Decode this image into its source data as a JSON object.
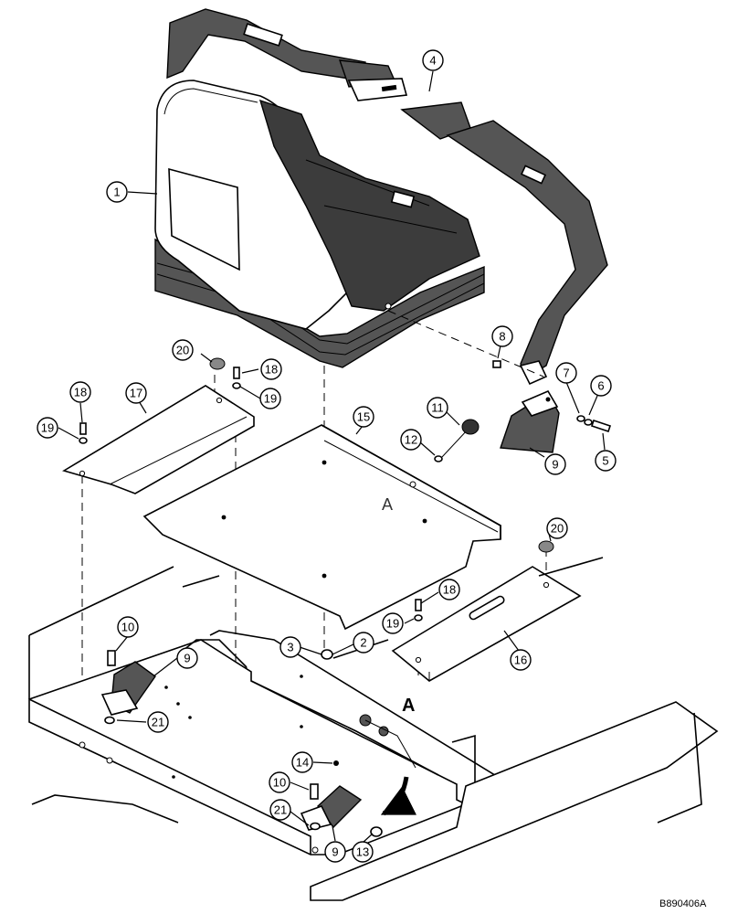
{
  "diagram": {
    "drawing_code": "B890406A",
    "section_marker": "A",
    "callouts": [
      "1",
      "2",
      "3",
      "4",
      "5",
      "6",
      "7",
      "8",
      "9",
      "9",
      "9",
      "10",
      "10",
      "11",
      "12",
      "13",
      "14",
      "15",
      "16",
      "17",
      "18",
      "18",
      "18",
      "19",
      "19",
      "19",
      "20",
      "20",
      "21",
      "21"
    ]
  }
}
